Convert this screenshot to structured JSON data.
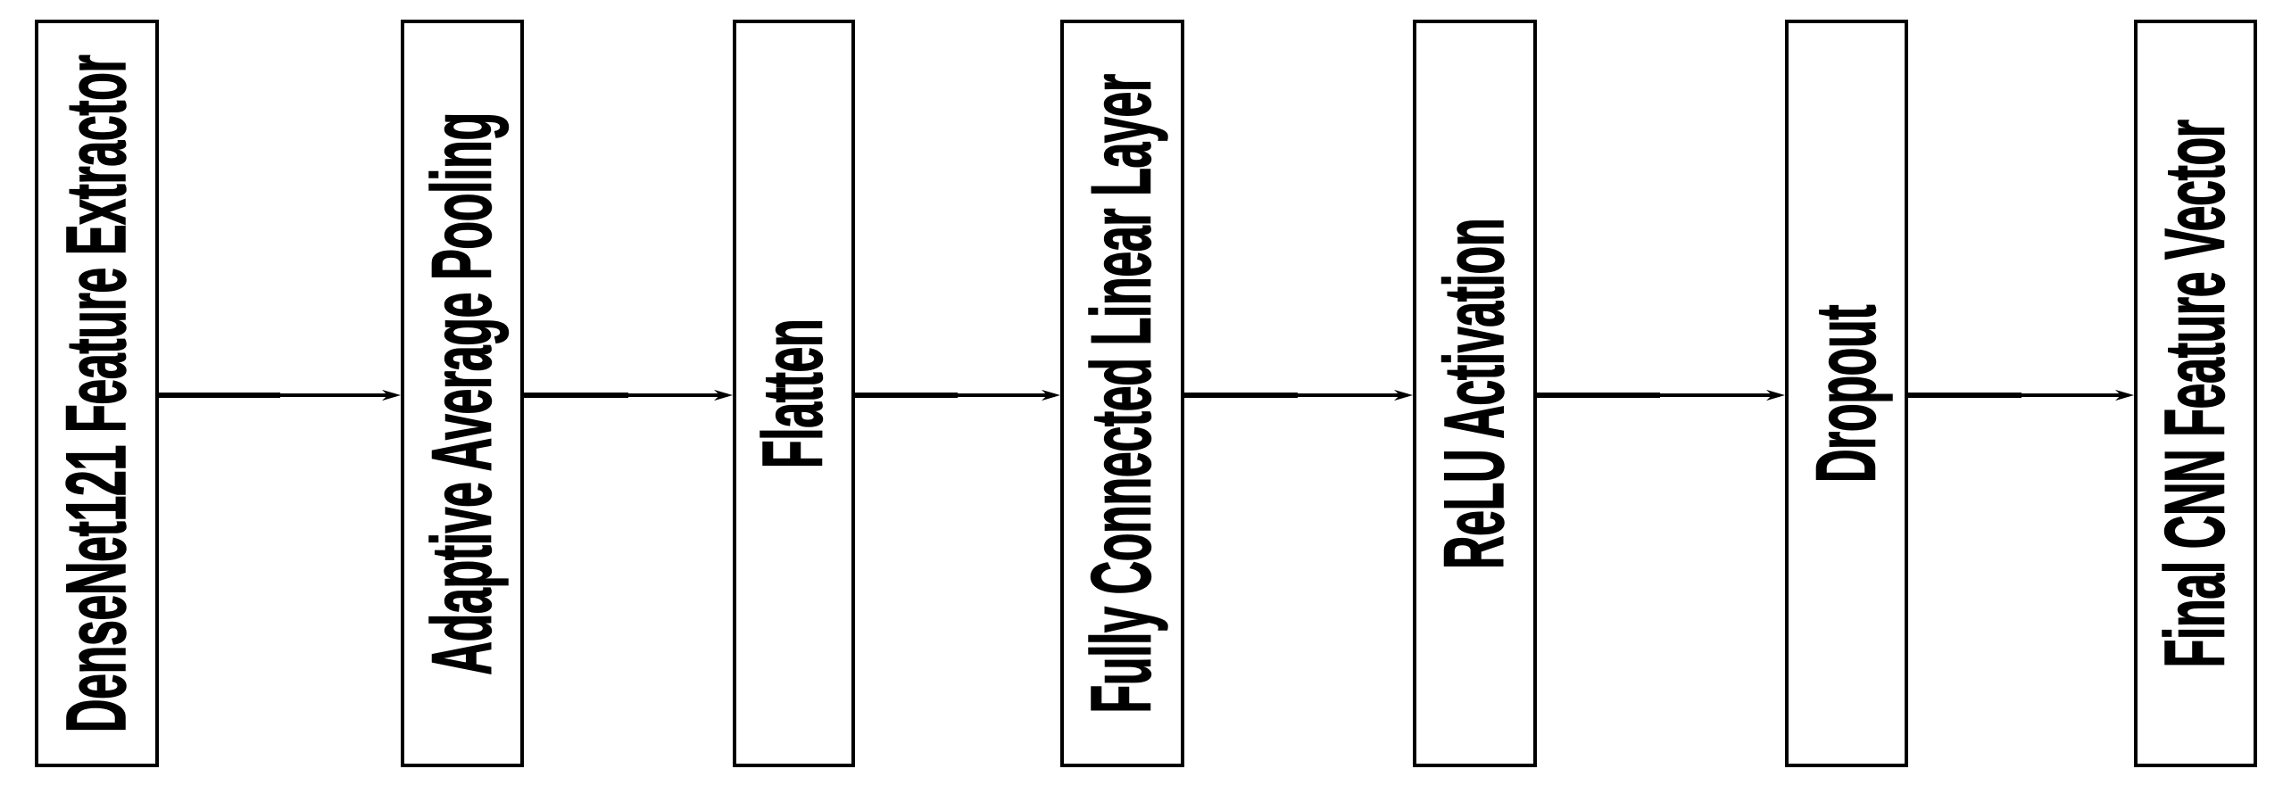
{
  "diagram": {
    "type": "flowchart",
    "direction": "left-to-right",
    "text_rotation": "bottom-to-top",
    "nodes": [
      {
        "id": "densenet121-feature-extractor",
        "label": "DenseNet121 Feature Extractor"
      },
      {
        "id": "adaptive-average-pooling",
        "label": "Adaptive Average Pooling"
      },
      {
        "id": "flatten",
        "label": "Flatten"
      },
      {
        "id": "fully-connected-linear-layer",
        "label": "Fully Connected Linear Layer"
      },
      {
        "id": "relu-activation",
        "label": "ReLU Activation"
      },
      {
        "id": "dropout",
        "label": "Dropout"
      },
      {
        "id": "final-cnn-feature-vector",
        "label": "Final CNN Feature Vector"
      }
    ],
    "edges": [
      {
        "from": "densenet121-feature-extractor",
        "to": "adaptive-average-pooling"
      },
      {
        "from": "adaptive-average-pooling",
        "to": "flatten"
      },
      {
        "from": "flatten",
        "to": "fully-connected-linear-layer"
      },
      {
        "from": "fully-connected-linear-layer",
        "to": "relu-activation"
      },
      {
        "from": "relu-activation",
        "to": "dropout"
      },
      {
        "from": "dropout",
        "to": "final-cnn-feature-vector"
      }
    ],
    "colors": {
      "ink": "#000000",
      "node_fill": "#ffffff",
      "background": "#ffffff"
    }
  }
}
